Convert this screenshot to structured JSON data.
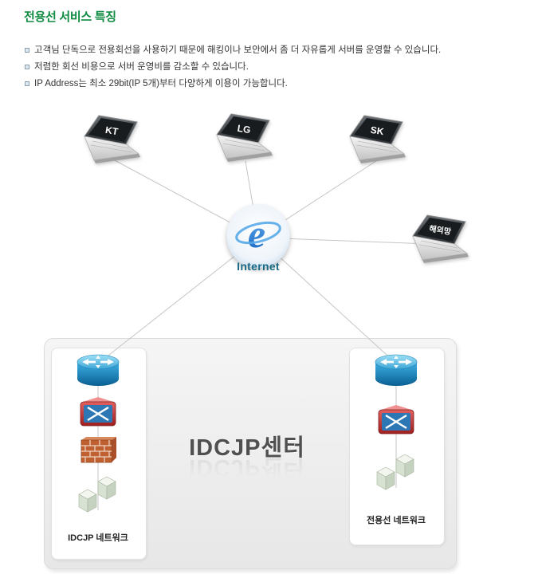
{
  "page": {
    "title": "전용선 서비스 특징",
    "bullets": [
      "고객님 단독으로 전용회선을 사용하기 때문에 해킹이나 보안에서 좀 더 자유롭게 서버를 운영할 수 있습니다.",
      "저렴한 회선 비용으로 서버 운영비를 감소할 수 있습니다.",
      "IP Address는 최소 29bit(IP 5개)부터 다양하게 이용이 가능합니다."
    ]
  },
  "diagram": {
    "nodes": {
      "kt": "KT",
      "lg": "LG",
      "sk": "SK",
      "overseas": "해외망",
      "internet_letter": "e",
      "internet": "Internet",
      "center": "IDCJP센터",
      "left_network": "IDCJP 네트워크",
      "right_network": "전용선 네트워크"
    },
    "colors": {
      "title_green": "#0e8b40",
      "connector_gray": "#c5c5c5",
      "internet_label": "#186a86",
      "router_blue": "#1f8fc9",
      "switch_red": "#b92a2a",
      "firewall_brick": "#c06030"
    }
  }
}
